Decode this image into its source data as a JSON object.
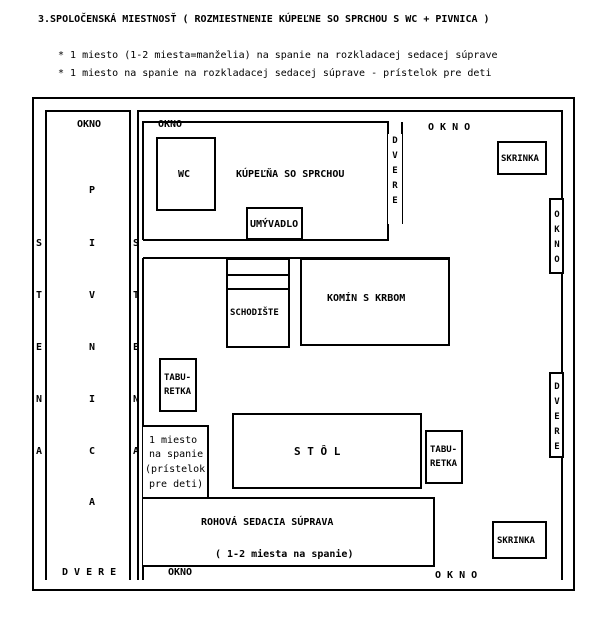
{
  "title": "3.SPOLOČENSKÁ MIESTNOSŤ  ( ROZMIESTNENIE KÚPEĽNE SO SPRCHOU S WC + PIVNICA )",
  "notes": [
    "* 1 miesto (1-2 miesta=manželia) na spanie na rozkladacej sedacej súprave",
    "* 1 miesto na spanie na rozkladacej sedacej súprave - prístelok pre deti"
  ],
  "labels": {
    "okno": "OKNO",
    "okno_spaced": "O K N O",
    "wc": "WC",
    "kupelna": "KÚPEĽŇA SO SPRCHOU",
    "umyvadlo": "UMÝVADLO",
    "schodiste": "SCHODIŠTE",
    "komin": "KOMÍN  S  KRBOM",
    "taburetka_1": "TABU-",
    "taburetka_2": "RETKA",
    "stol": "S  T  Ô  L",
    "skrinka": "SKRINKA",
    "sedacia": "ROHOVÁ  SEDACIA  SÚPRAVA",
    "sedacia_sub": "( 1-2 miesta na spanie)",
    "miesto_1": "1 miesto",
    "miesto_2": "na spanie",
    "miesto_3": "(prístelok",
    "miesto_4": "pre deti)",
    "dvere_h": "D V E R E",
    "dvere_v": "D\nV\nE\nR\nE",
    "okno_v": "O\nK\nN\nO"
  },
  "vertical_words": {
    "pivnica": [
      "P",
      "I",
      "V",
      "N",
      "I",
      "C",
      "A"
    ],
    "stena": [
      "S",
      "T",
      "E",
      "N",
      "A"
    ]
  }
}
